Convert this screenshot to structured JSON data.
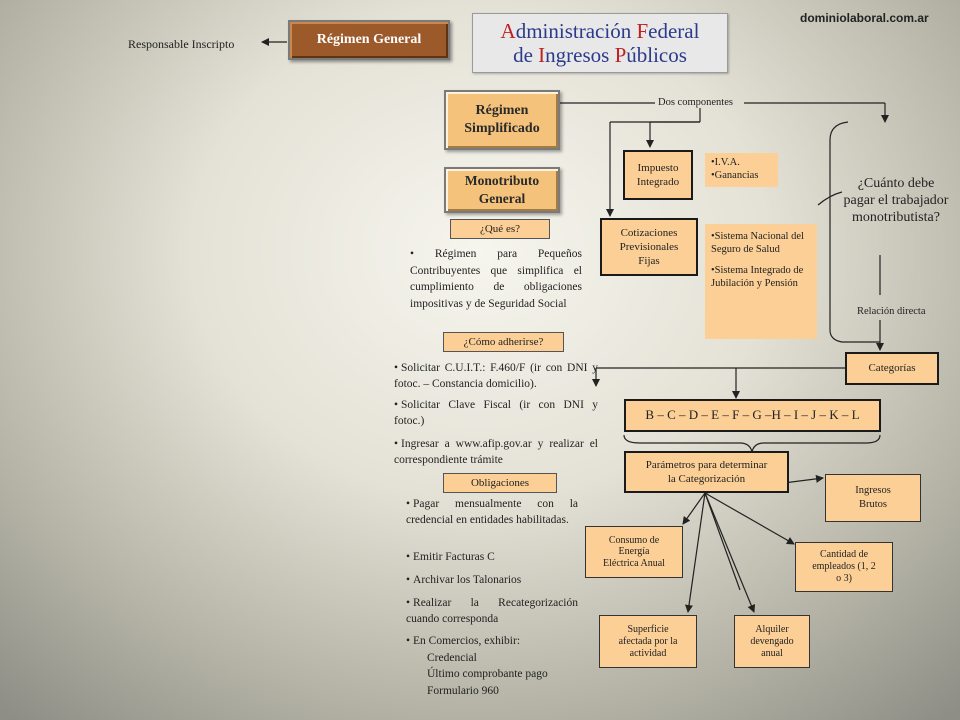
{
  "site": "dominiolaboral.com.ar",
  "title": {
    "line1": [
      "A",
      "dministración ",
      "F",
      "ederal"
    ],
    "line2": [
      "de ",
      "I",
      "ngresos ",
      "P",
      "úblicos"
    ]
  },
  "regimen_general": "Régimen General",
  "responsable_inscripto": "Responsable Inscripto",
  "regimen_simplificado": [
    "Régimen",
    "Simplificado"
  ],
  "monotributo_general": [
    "Monotributo",
    "General"
  ],
  "que_es": "¿Qué es?",
  "que_es_text": "• Régimen para Pequeños Contribuyentes que simplifica el cumplimiento de obligaciones impositivas y de Seguridad Social",
  "como_adherirse": "¿Cómo adherirse?",
  "adherirse": [
    "Solicitar C.U.I.T.: F.460/F (ir con DNI y fotoc. – Constancia domicilio).",
    "Solicitar Clave Fiscal (ir con DNI y fotoc.)",
    "Ingresar a www.afip.gov.ar y realizar el correspondiente trámite"
  ],
  "obligaciones": "Obligaciones",
  "obligaciones_items": [
    "Pagar mensualmente con la credencial en entidades habilitadas.",
    "Emitir Facturas C",
    "Archivar los Talonarios",
    "Realizar la Recategorización cuando corresponda",
    "En Comercios, exhibir:"
  ],
  "exhibir": [
    "Credencial",
    "Último comprobante pago",
    "Formulario 960"
  ],
  "dos_componentes": "Dos componentes",
  "impuesto_integrado": [
    "Impuesto",
    "Integrado"
  ],
  "iva_ganancias": [
    "•I.V.A.",
    "•Ganancias"
  ],
  "cotizaciones": [
    "Cotizaciones",
    "Previsionales",
    "Fijas"
  ],
  "seguridad": [
    "•Sistema Nacional del Seguro de Salud",
    "•Sistema Integrado de Jubilación y Pensión"
  ],
  "cuanto_debe": "¿Cuánto debe pagar el trabajador monotributista?",
  "relacion_directa": "Relación directa",
  "categorias": "Categorías",
  "categorias_list": "B – C – D – E – F – G –H – I – J – K – L",
  "parametros": [
    "Parámetros para determinar",
    "la Categorización"
  ],
  "ingresos_brutos": [
    "Ingresos",
    "Brutos"
  ],
  "consumo": [
    "Consumo de",
    "Energía",
    "Eléctrica Anual"
  ],
  "empleados": [
    "Cantidad de",
    "empleados (1, 2",
    "o 3)"
  ],
  "superficie": [
    "Superficie",
    "afectada por la",
    "actividad"
  ],
  "alquiler": [
    "Alquiler",
    "devengado",
    "anual"
  ]
}
